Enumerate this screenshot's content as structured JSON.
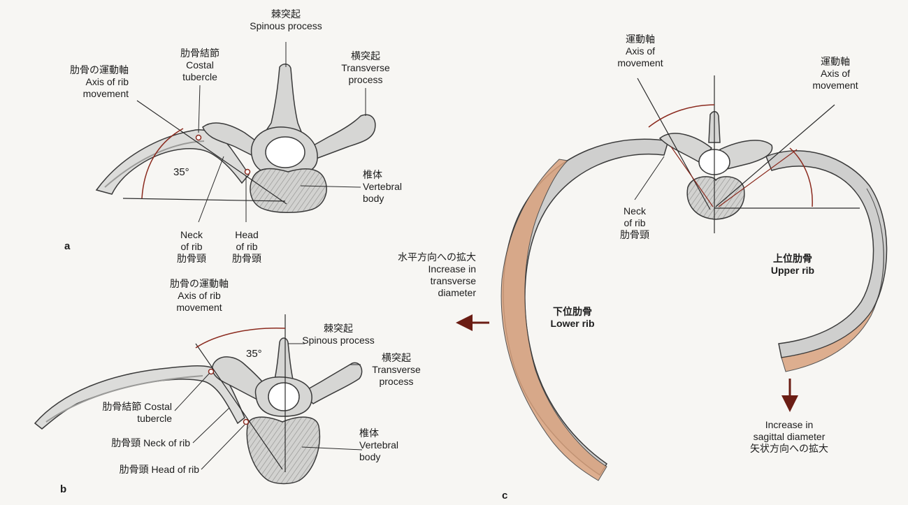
{
  "panels": {
    "a": "a",
    "b": "b",
    "c": "c"
  },
  "a": {
    "spinous": {
      "jp": "棘突起",
      "en": "Spinous process"
    },
    "tubercle": {
      "jp": "肋骨結節",
      "en1": "Costal",
      "en2": "tubercle"
    },
    "axis": {
      "jp": "肋骨の運動軸",
      "en1": "Axis of rib",
      "en2": "movement"
    },
    "transverse": {
      "jp": "横突起",
      "en1": "Transverse",
      "en2": "process"
    },
    "body": {
      "jp": "椎体",
      "en1": "Vertebral",
      "en2": "body"
    },
    "angle": "35°",
    "neck": {
      "en1": "Neck",
      "en2": "of rib",
      "jp": "肋骨頸"
    },
    "head": {
      "en1": "Head",
      "en2": "of rib",
      "jp": "肋骨頭"
    }
  },
  "b": {
    "axis": {
      "jp": "肋骨の運動軸",
      "en1": "Axis of rib",
      "en2": "movement"
    },
    "spinous": {
      "jp": "棘突起",
      "en": "Spinous process"
    },
    "angle": "35°",
    "transverse": {
      "jp": "横突起",
      "en1": "Transverse",
      "en2": "process"
    },
    "tubercle": {
      "l1": "肋骨結節 Costal",
      "l2": "tubercle"
    },
    "neck": "肋骨頸 Neck of rib",
    "head": "肋骨頭 Head of rib",
    "body": {
      "jp": "椎体",
      "en1": "Vertebral",
      "en2": "body"
    }
  },
  "c": {
    "axis_left": {
      "jp": "運動軸",
      "en1": "Axis of",
      "en2": "movement"
    },
    "axis_right": {
      "jp": "運動軸",
      "en1": "Axis of",
      "en2": "movement"
    },
    "neck": {
      "en1": "Neck",
      "en2": "of rib",
      "jp": "肋骨頸"
    },
    "transverse_increase": {
      "jp": "水平方向への拡大",
      "en1": "Increase in",
      "en2": "transverse",
      "en3": "diameter"
    },
    "upper_rib": {
      "jp": "上位肋骨",
      "en": "Upper rib"
    },
    "lower_rib": {
      "jp": "下位肋骨",
      "en": "Lower rib"
    },
    "sagittal_increase": {
      "en1": "Increase in",
      "en2": "sagittal diameter",
      "jp": "矢状方向への拡大"
    }
  },
  "colors": {
    "bone": "#d8d8d6",
    "bone_shade": "#9a9a98",
    "outline": "#3a3a3a",
    "axis_line": "#8b2a1e",
    "lower_rib_rim": "#d9a27e",
    "arrow": "#6b1d14"
  }
}
